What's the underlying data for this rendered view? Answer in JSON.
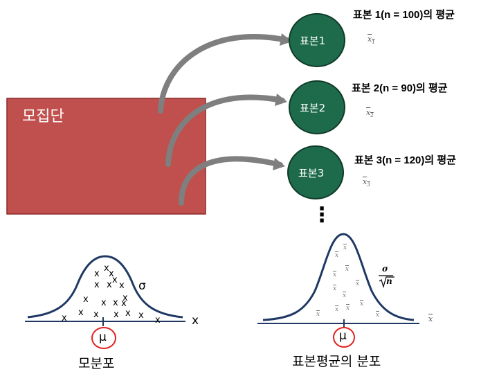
{
  "population": {
    "label": "모집단",
    "fill": "#c0504d",
    "stroke": "#8b2a28"
  },
  "samples": [
    {
      "circle_label": "표본1",
      "title": "표본 1(n = 100)의 평균",
      "mean_symbol": "x",
      "mean_sub": "1"
    },
    {
      "circle_label": "표본2",
      "title": "표본 2(n = 90)의 평균",
      "mean_symbol": "x",
      "mean_sub": "2"
    },
    {
      "circle_label": "표본3",
      "title": "표본 3(n = 120)의 평균",
      "mean_symbol": "x",
      "mean_sub": "3"
    }
  ],
  "colors": {
    "sample_circle": "#1e6b4c",
    "arrow": "#7f7f7f",
    "curve": "#1f3864",
    "mu_circle": "#e02020"
  },
  "population_dist": {
    "caption": "모분포",
    "mu": "μ",
    "sigma": "σ",
    "axis_label": "x",
    "marker": "x"
  },
  "sampling_dist": {
    "caption": "표본평균의 분포",
    "mu": "μ",
    "sigma_num": "σ",
    "sigma_den": "n",
    "axis_label": "x",
    "marker": "x"
  },
  "ellipsis": "⋮"
}
